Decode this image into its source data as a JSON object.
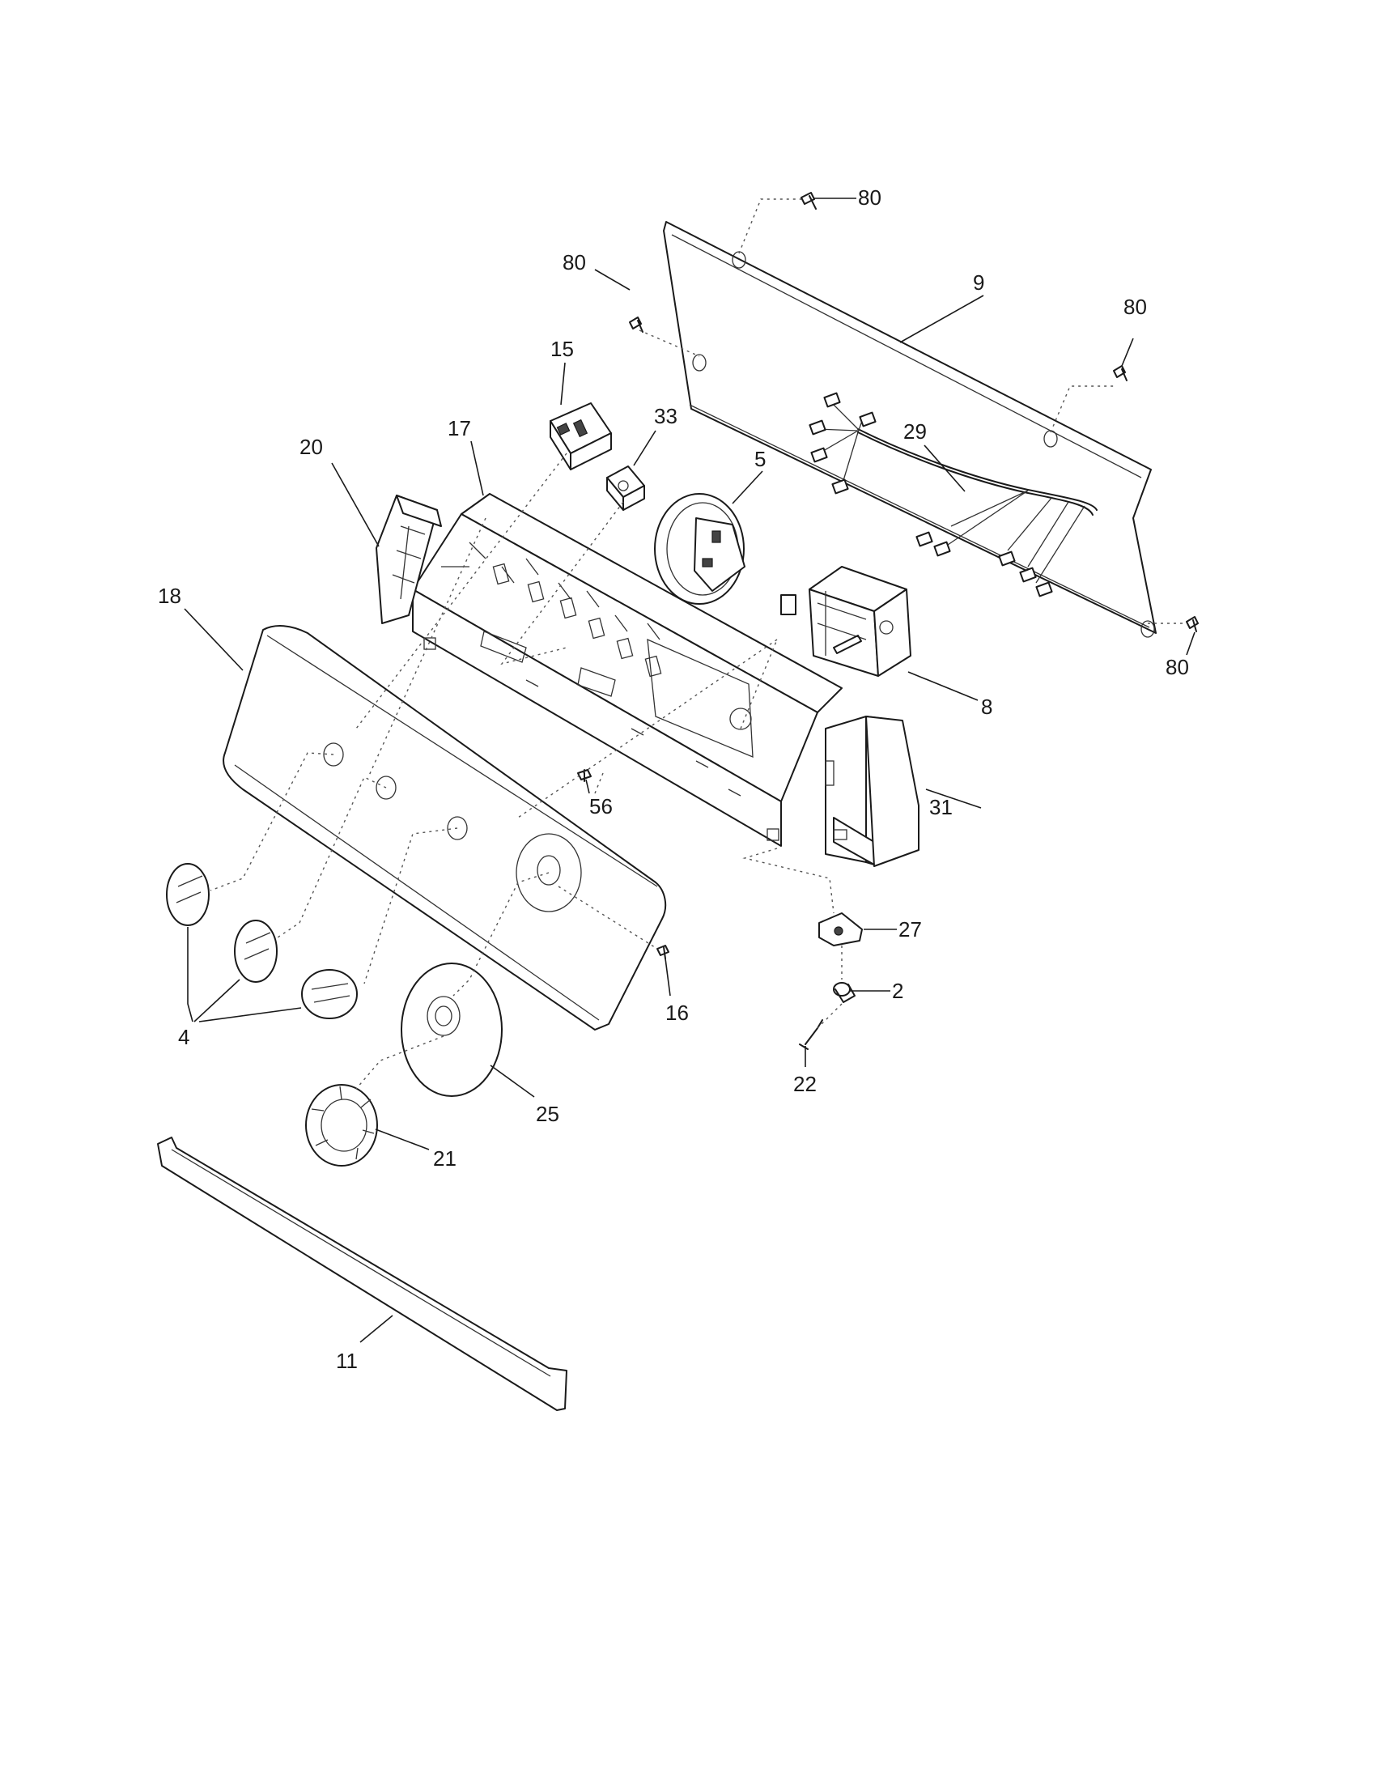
{
  "diagram": {
    "callouts": [
      {
        "id": "c80a",
        "text": "80"
      },
      {
        "id": "c9",
        "text": "9"
      },
      {
        "id": "c80b",
        "text": "80"
      },
      {
        "id": "c80c",
        "text": "80"
      },
      {
        "id": "c29",
        "text": "29"
      },
      {
        "id": "c15",
        "text": "15"
      },
      {
        "id": "c33",
        "text": "33"
      },
      {
        "id": "c5",
        "text": "5"
      },
      {
        "id": "c17",
        "text": "17"
      },
      {
        "id": "c20",
        "text": "20"
      },
      {
        "id": "c18",
        "text": "18"
      },
      {
        "id": "c8",
        "text": "8"
      },
      {
        "id": "c80d",
        "text": "80"
      },
      {
        "id": "c31",
        "text": "31"
      },
      {
        "id": "c56",
        "text": "56"
      },
      {
        "id": "c27",
        "text": "27"
      },
      {
        "id": "c2",
        "text": "2"
      },
      {
        "id": "c16",
        "text": "16"
      },
      {
        "id": "c22",
        "text": "22"
      },
      {
        "id": "c4",
        "text": "4"
      },
      {
        "id": "c25",
        "text": "25"
      },
      {
        "id": "c21",
        "text": "21"
      },
      {
        "id": "c11",
        "text": "11"
      }
    ]
  }
}
